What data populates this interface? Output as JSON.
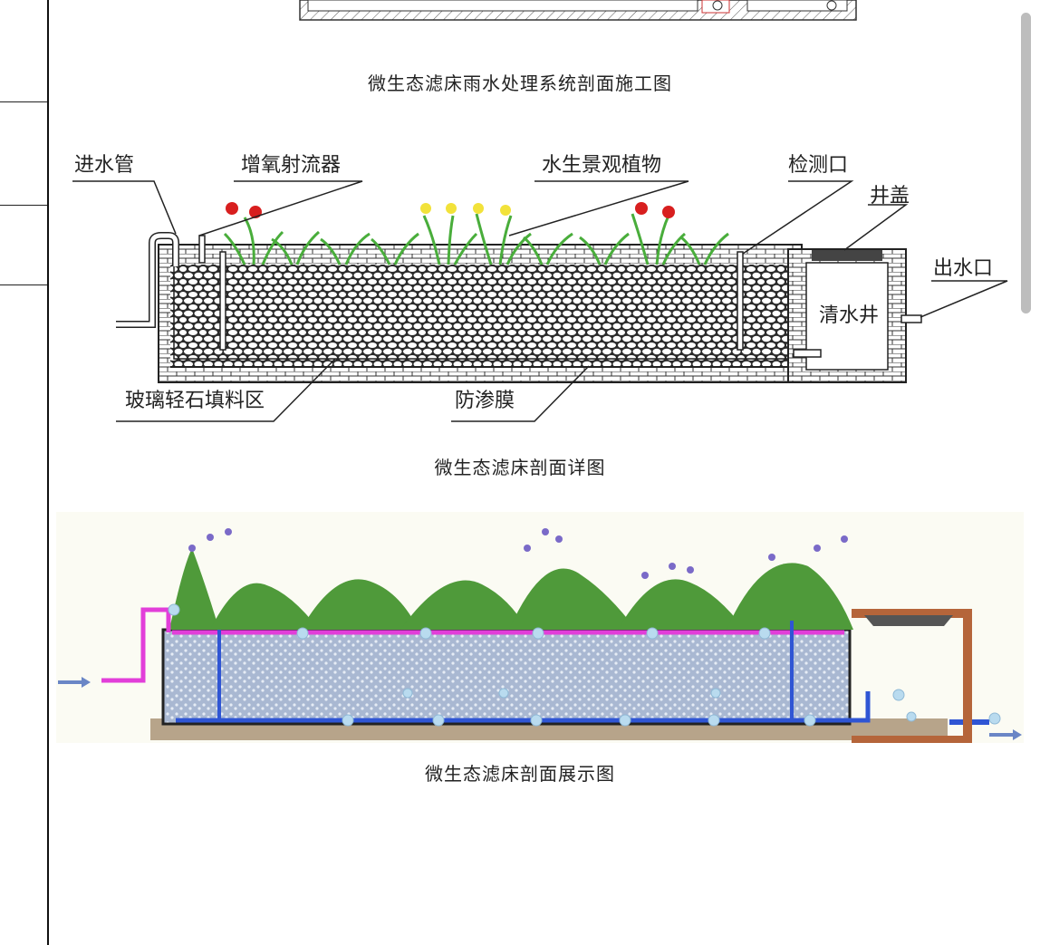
{
  "captions": {
    "construction": "微生态滤床雨水处理系统剖面施工图",
    "detail": "微生态滤床剖面详图",
    "display": "微生态滤床剖面展示图"
  },
  "detail_labels": {
    "inlet_pipe": "进水管",
    "aerator": "增氧射流器",
    "aquatic_plants": "水生景观植物",
    "inspection_port": "检测口",
    "well_cover": "井盖",
    "outlet": "出水口",
    "clear_well": "清水井",
    "filler_zone": "玻璃轻石填料区",
    "membrane": "防渗膜"
  },
  "colors": {
    "inlet_pipe": "#e23ed9",
    "outlet_pipe": "#2f55d4",
    "well_brick": "#b5653a",
    "gravel": "#a9b8d2",
    "soil": "#b7a48a",
    "flower_red": "#d81f1f",
    "flower_yellow": "#f2e23a",
    "leaf_green": "#55b845",
    "iris_purple": "#7a6ac8"
  }
}
